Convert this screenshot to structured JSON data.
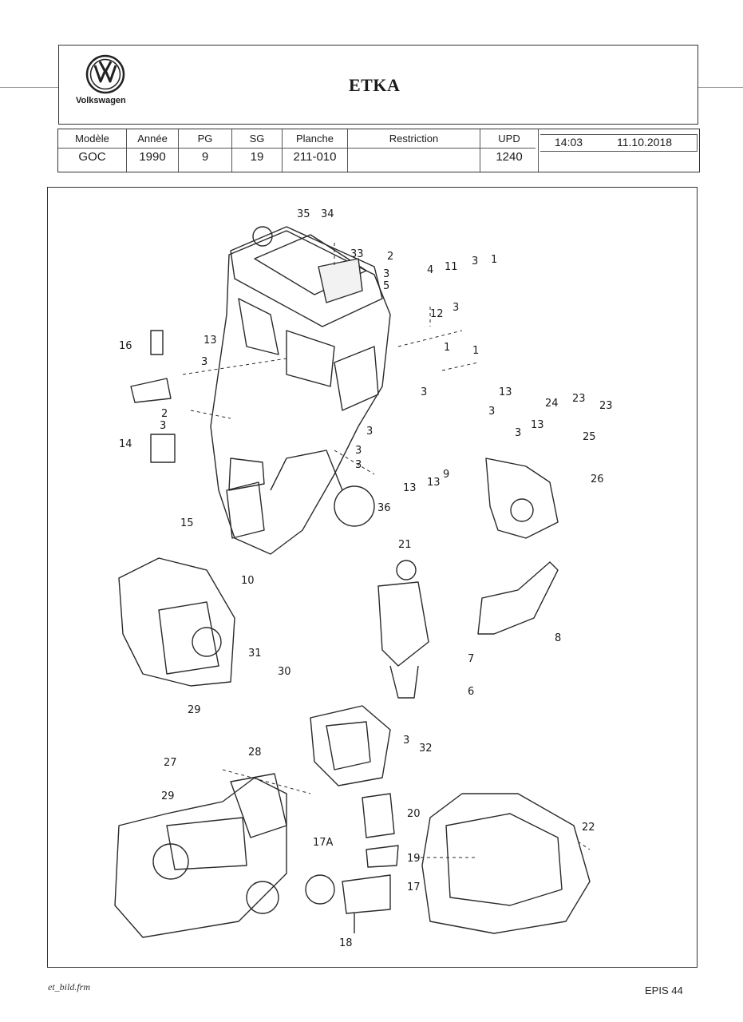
{
  "header": {
    "brand": "Volkswagen",
    "system": "ETKA"
  },
  "info": {
    "labels": [
      "Modèle",
      "Année",
      "PG",
      "SG",
      "Planche",
      "Restriction",
      "UPD"
    ],
    "values": [
      "GOC",
      "1990",
      "9",
      "19",
      "211-010",
      "",
      "1240"
    ],
    "time": "14:03",
    "date": "11.10.2018"
  },
  "callouts": [
    "35",
    "34",
    "33",
    "2",
    "3",
    "5",
    "4",
    "11",
    "12",
    "3",
    "1",
    "3",
    "1",
    "16",
    "13",
    "3",
    "1",
    "3",
    "13",
    "2",
    "3",
    "14",
    "3",
    "3",
    "3",
    "13",
    "13",
    "9",
    "3",
    "24",
    "23",
    "23",
    "25",
    "26",
    "3",
    "13",
    "36",
    "15",
    "10",
    "21",
    "8",
    "7",
    "6",
    "31",
    "30",
    "29",
    "28",
    "3",
    "32",
    "27",
    "29",
    "20",
    "17A",
    "19",
    "17",
    "18",
    "22"
  ],
  "footer": {
    "left": "et_bild.frm",
    "right": "EPIS 44"
  }
}
